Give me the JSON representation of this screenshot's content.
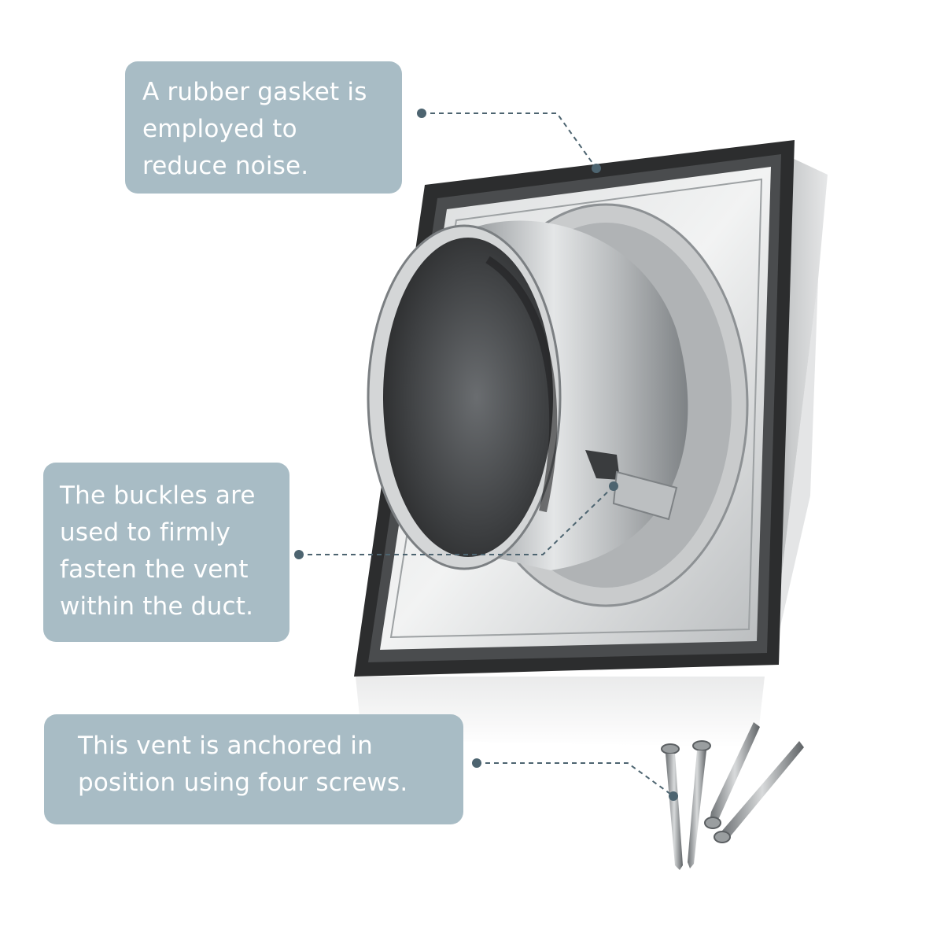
{
  "colors": {
    "callout_bg": "#a8bcc5",
    "callout_text": "#ffffff",
    "leader_line": "#4d6470",
    "background": "#ffffff"
  },
  "callouts": [
    {
      "id": "gasket",
      "lines": [
        "A rubber gasket is",
        "employed to",
        "reduce noise."
      ]
    },
    {
      "id": "buckles",
      "lines": [
        "The buckles are",
        "used to firmly",
        "fasten the vent",
        "within the duct."
      ]
    },
    {
      "id": "screws",
      "lines": [
        "This vent is anchored in",
        "position using four screws."
      ]
    }
  ],
  "product": {
    "vent_image": "stainless-steel-wall-vent-with-rubber-gasket",
    "screws_image": "four-stainless-steel-screws"
  }
}
